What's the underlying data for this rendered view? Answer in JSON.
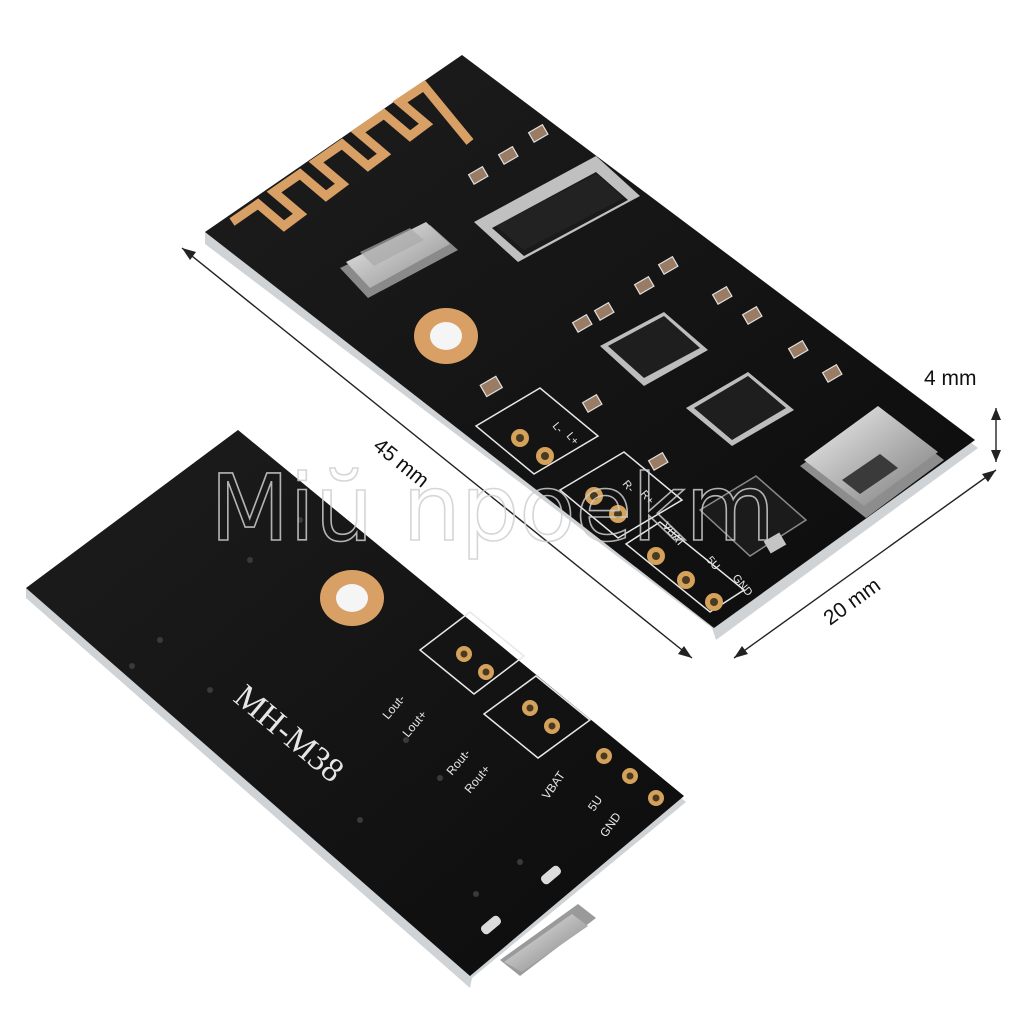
{
  "dimensions": {
    "length": "45 mm",
    "width": "20 mm",
    "height": "4 mm"
  },
  "board_front": {
    "pin_labels": {
      "l_minus": "L-",
      "l_plus": "L+",
      "r_minus": "R-",
      "r_plus": "R+",
      "vbat": "VBAT",
      "v5": "5U",
      "gnd": "GND"
    }
  },
  "board_back": {
    "model": "MH-M38",
    "pin_labels": {
      "lout_minus": "Lout-",
      "lout_plus": "Lout+",
      "rout_minus": "Rout-",
      "rout_plus": "Rout+",
      "vbat": "VBAT",
      "v5": "5U",
      "gnd": "GND"
    }
  },
  "watermark": "Miŭ npoekm",
  "colors": {
    "pcb": "#141414",
    "copper": "#d9a066",
    "gold_pad": "#d4a25a",
    "silkscreen": "#e8e8e8",
    "metal": "#c8c8c8"
  }
}
